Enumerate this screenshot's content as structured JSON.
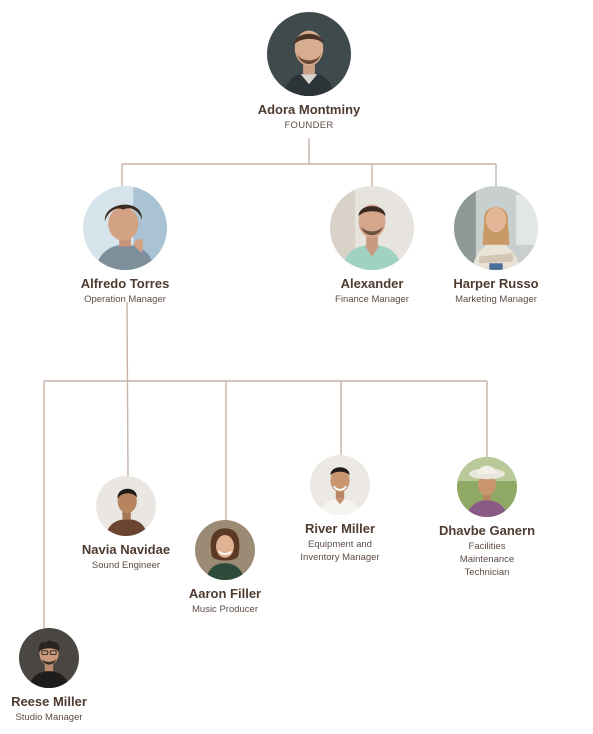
{
  "colors": {
    "line": "#c6b4a8",
    "name_text": "#4f3b30",
    "role_text": "#5d4d44"
  },
  "people": {
    "adora": {
      "name": "Adora Montminy",
      "role": "FOUNDER"
    },
    "alfredo": {
      "name": "Alfredo Torres",
      "role": "Operation Manager"
    },
    "alexander": {
      "name": "Alexander",
      "role": "Finance Manager"
    },
    "harper": {
      "name": "Harper Russo",
      "role": "Marketing Manager"
    },
    "navia": {
      "name": "Navia Navidae",
      "role": "Sound Engineer"
    },
    "aaron": {
      "name": "Aaron Filler",
      "role": "Music Producer"
    },
    "river": {
      "name": "River Miller",
      "role": "Equipment and\nInventory Manager"
    },
    "dhavbe": {
      "name": "Dhavbe Ganern",
      "role": "Facilities\nMaintenance\nTechnician"
    },
    "reese": {
      "name": "Reese Miller",
      "role": "Studio Manager"
    }
  }
}
